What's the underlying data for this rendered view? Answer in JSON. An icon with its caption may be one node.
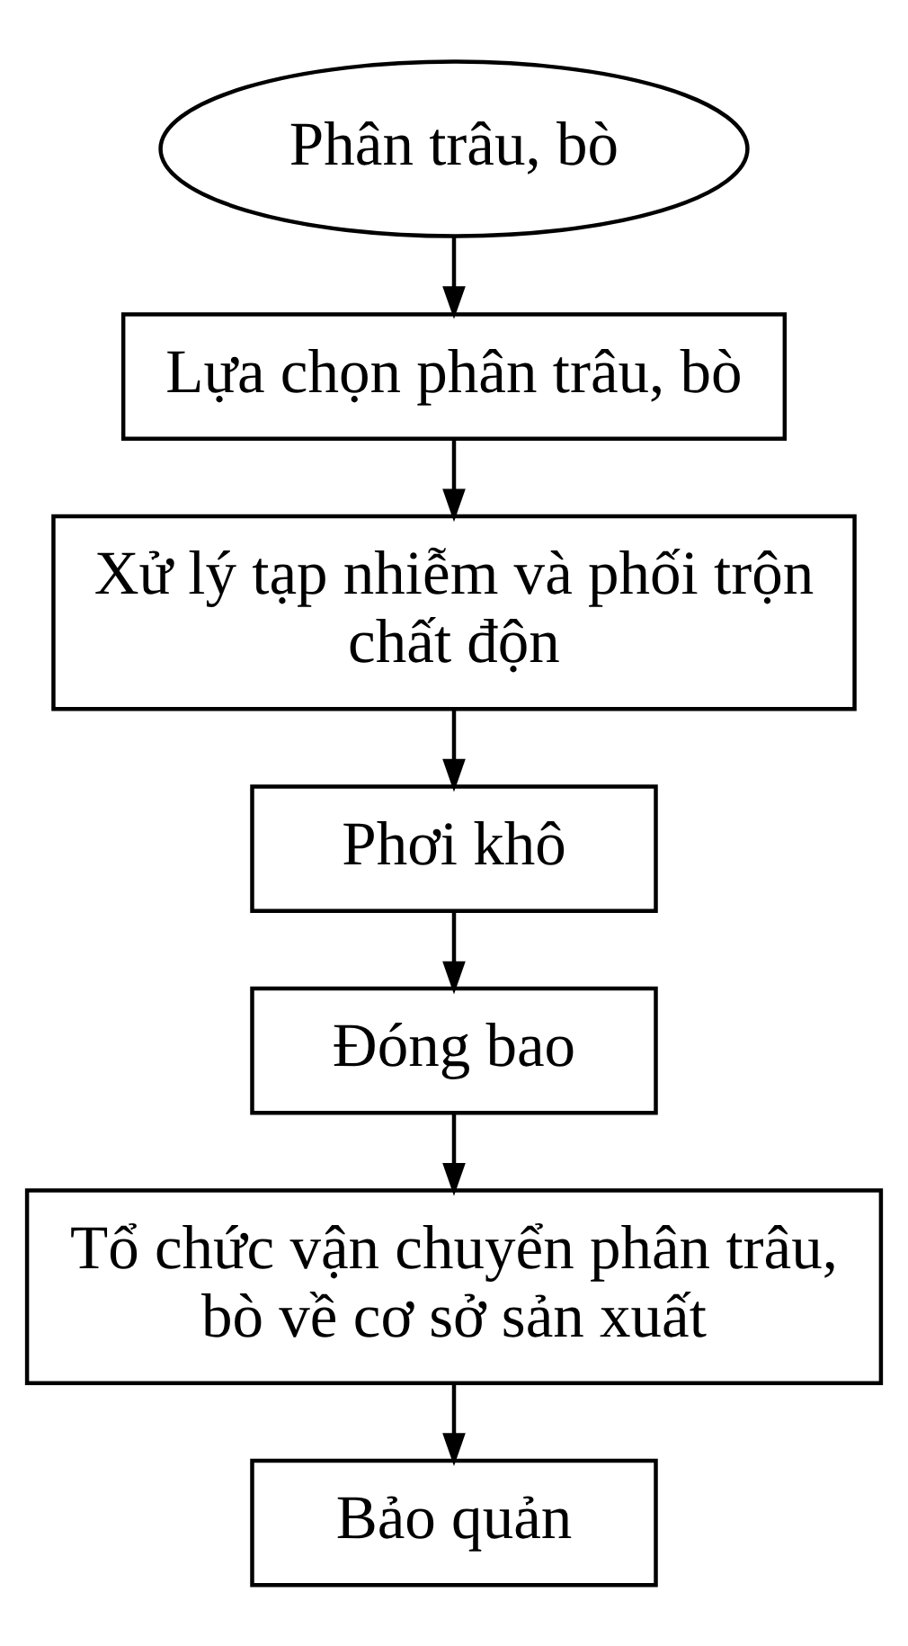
{
  "diagram": {
    "nodes": [
      {
        "text": [
          "Phân trâu, bò"
        ]
      },
      {
        "text": [
          "Lựa chọn phân trâu, bò"
        ]
      },
      {
        "text": [
          "Xử lý tạp nhiễm và phối trộn chất độn"
        ]
      },
      {
        "text": [
          "Phơi khô"
        ]
      },
      {
        "text": [
          "Đóng bao"
        ]
      },
      {
        "text": [
          "Tổ chức vận chuyển phân trâu, bò về cơ sở sản xuất"
        ]
      },
      {
        "text": [
          "Bảo quản"
        ]
      }
    ],
    "edges": [
      {
        "from": 0,
        "to": 1,
        "arrow": "to"
      },
      {
        "from": 1,
        "to": 2,
        "arrow": "to"
      },
      {
        "from": 2,
        "to": 3,
        "arrow": "to"
      },
      {
        "from": 3,
        "to": 4,
        "arrow": "to"
      },
      {
        "from": 4,
        "to": 5,
        "arrow": "to"
      },
      {
        "from": 5,
        "to": 6,
        "arrow": "to"
      }
    ]
  }
}
